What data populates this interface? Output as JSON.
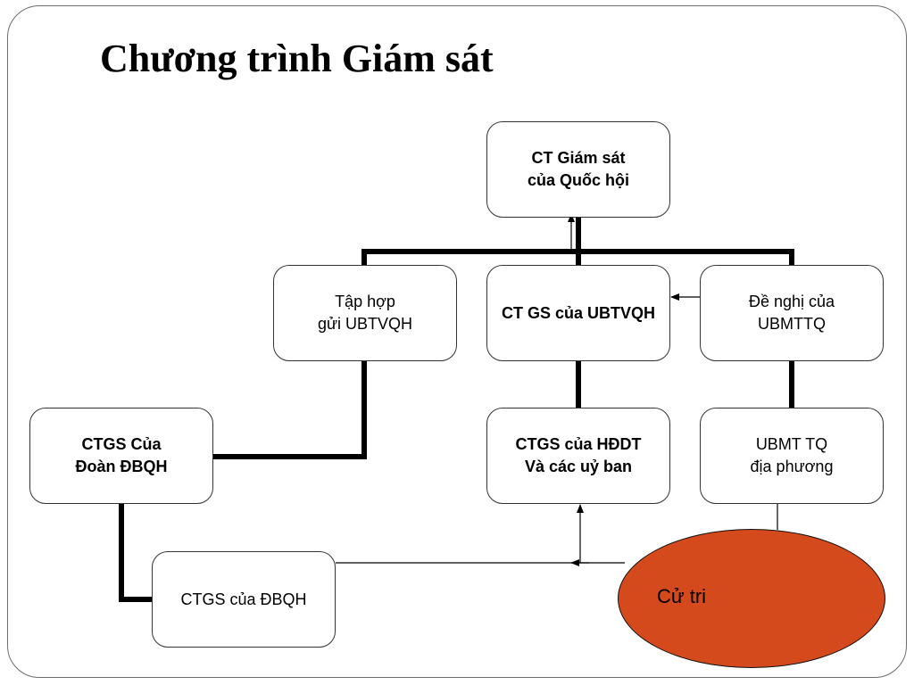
{
  "slide": {
    "title": "Chương trình Giám sát"
  },
  "nodes": {
    "ct_quoc_hoi": {
      "line1": "CT Giám sát",
      "line2": "của Quốc hội"
    },
    "tap_hop": {
      "line1": "Tập hợp",
      "line2": "gửi UBTVQH"
    },
    "ct_ubtvqh": {
      "line1": "CT GS của UBTVQH"
    },
    "de_nghi": {
      "line1": "Đề nghị của",
      "line2": "UBMTTQ"
    },
    "ctgs_doan": {
      "line1": "CTGS Của",
      "line2": "Đoàn ĐBQH"
    },
    "ctgs_hddt": {
      "line1": "CTGS của HĐDT",
      "line2": "Và các uỷ ban"
    },
    "ubmt_tq": {
      "line1": "UBMT TQ",
      "line2": "địa phương"
    },
    "ctgs_dbqh": {
      "line1": "CTGS của ĐBQH"
    },
    "cu_tri": {
      "label": "Cử tri"
    }
  },
  "colors": {
    "ellipse_fill": "#d44a1c",
    "line": "#000000",
    "box_border": "#333333"
  }
}
